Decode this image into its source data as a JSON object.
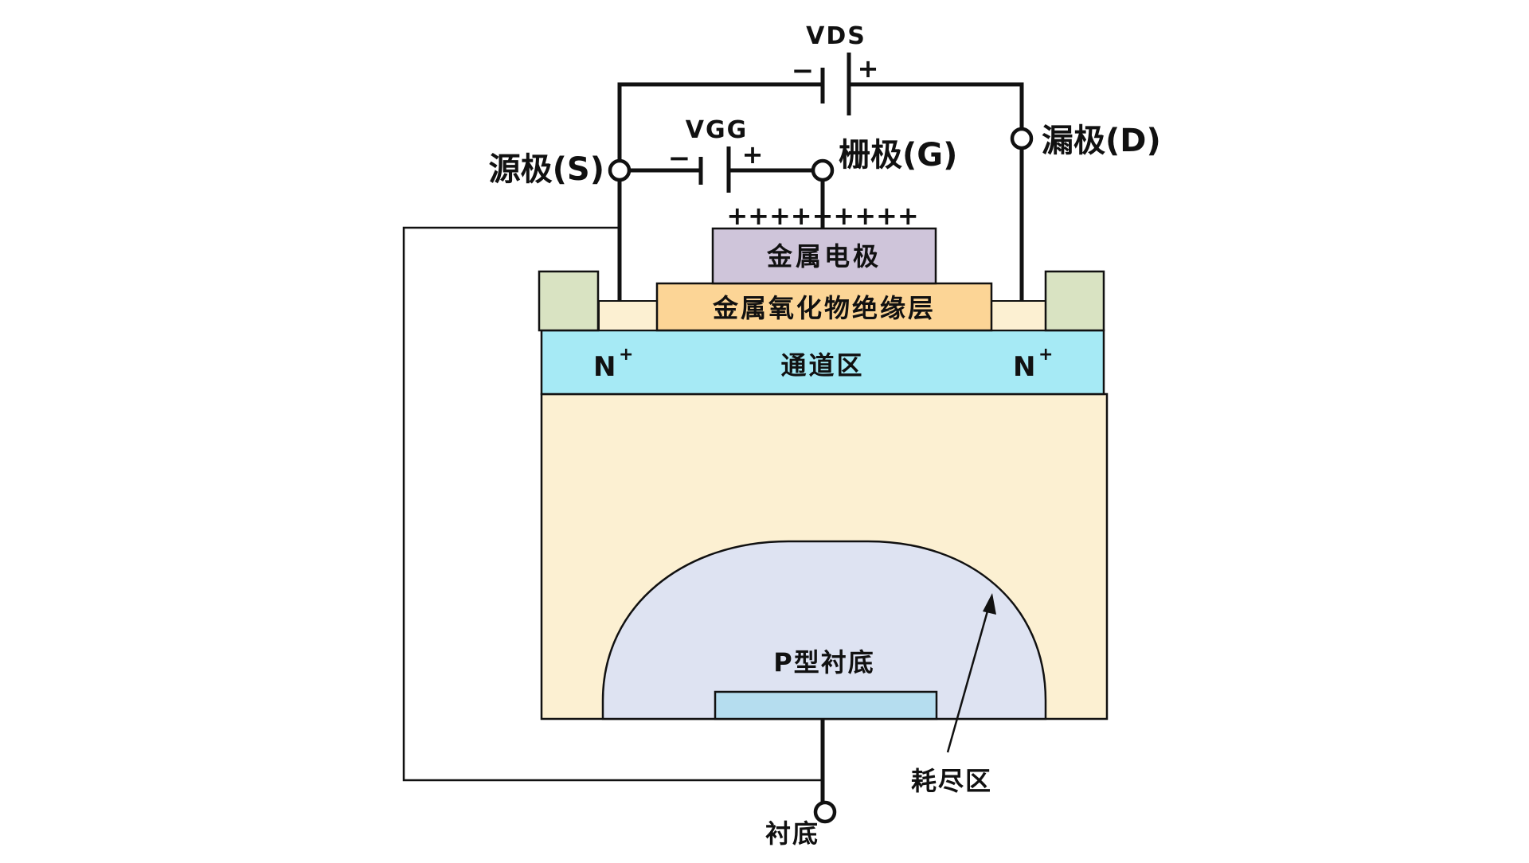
{
  "labels": {
    "vds": "VDS",
    "vgg": "VGG",
    "minus": "−",
    "plus": "+",
    "source": "源极(S)",
    "gate": "栅极(G)",
    "drain": "漏极(D)",
    "gate_charges": "+++++++++",
    "metal_electrode": "金属电极",
    "oxide_layer": "金属氧化物绝缘层",
    "n_plus": "N",
    "n_plus_sup": "+",
    "channel": "通道区",
    "p_substrate": "P型衬底",
    "depletion": "耗尽区",
    "substrate_terminal": "衬底"
  },
  "colors": {
    "substrate_body": "#FCF0D2",
    "n_region": "#A6EAF5",
    "metal_electrode": "#CFC5DA",
    "oxide_layer": "#FCD596",
    "contact_block": "#D9E3C2",
    "depletion": "#DEE3F2",
    "bottom_contact": "#B5DDEF",
    "wire": "#111111"
  }
}
